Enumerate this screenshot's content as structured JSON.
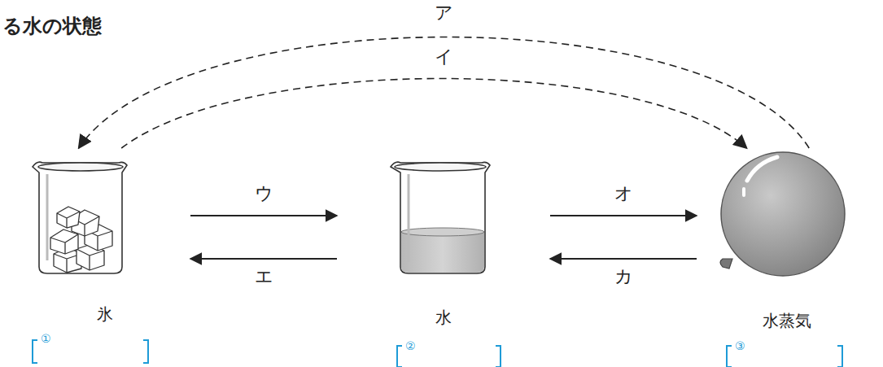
{
  "diagram": {
    "nodes": [
      {
        "text": [
          "氷"
        ]
      },
      {
        "text": [
          "水"
        ]
      },
      {
        "text": [
          "水蒸気"
        ]
      }
    ],
    "edges": [
      {
        "from": 2,
        "to": 0,
        "label": "ア",
        "arrow": "to"
      },
      {
        "from": 0,
        "to": 2,
        "label": "イ",
        "arrow": "to"
      },
      {
        "from": 0,
        "to": 1,
        "label": "ウ",
        "arrow": "to"
      },
      {
        "from": 1,
        "to": 0,
        "label": "エ",
        "arrow": "to"
      },
      {
        "from": 1,
        "to": 2,
        "label": "オ",
        "arrow": "to"
      },
      {
        "from": 2,
        "to": 1,
        "label": "カ",
        "arrow": "to"
      }
    ],
    "labels": [
      "る水の状態",
      "①",
      "②",
      "③"
    ]
  }
}
